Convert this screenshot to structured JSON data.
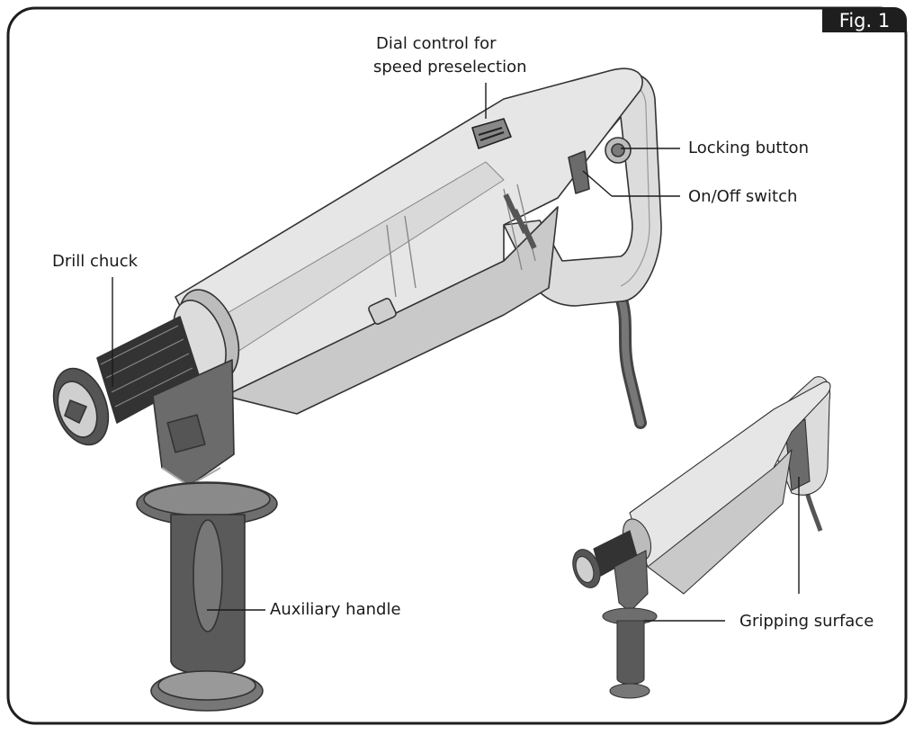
{
  "figure": {
    "tag": "Fig. 1"
  },
  "labels": {
    "dial_line1": "Dial control for",
    "dial_line2": "speed preselection",
    "locking_button": "Locking button",
    "on_off_switch": "On/Off switch",
    "drill_chuck": "Drill chuck",
    "auxiliary_handle": "Auxiliary handle",
    "gripping_surface": "Gripping surface"
  },
  "colors": {
    "frame": "#1e1e1e",
    "body_light": "#e3e3e3",
    "body_mid": "#c6c6c6",
    "grip_dark": "#6b6b6b",
    "grip_darker": "#3f3f3f"
  }
}
